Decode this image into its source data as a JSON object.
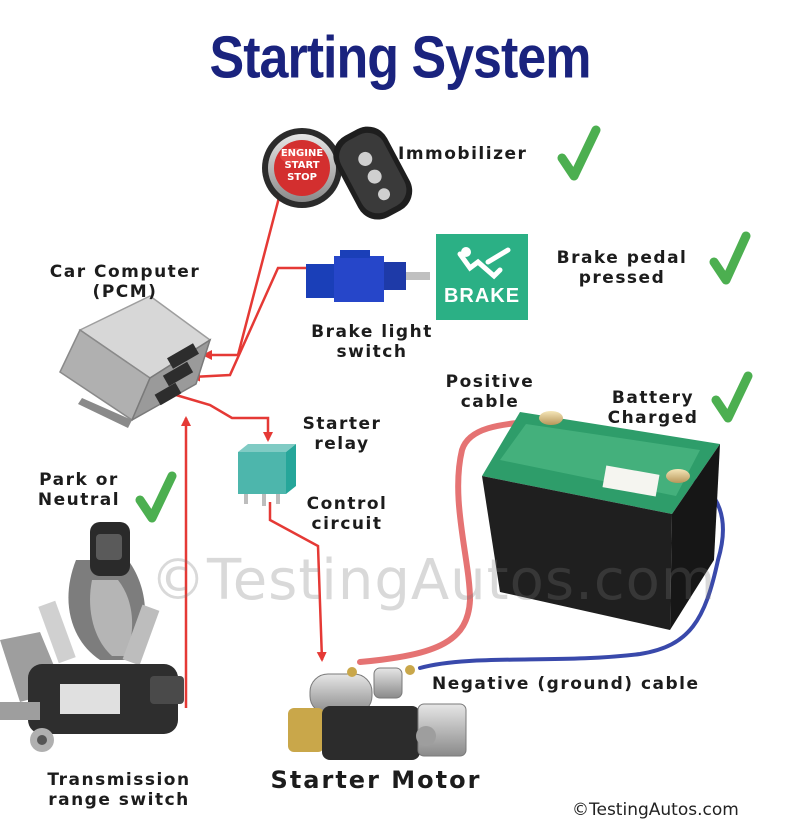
{
  "title": "Starting System",
  "labels": {
    "immobilizer": "Immobilizer",
    "engine_button": "ENGINE\nSTART\nSTOP",
    "brake_sign": "BRAKE",
    "brake_pedal": "Brake pedal\npressed",
    "car_computer": "Car Computer\n(PCM)",
    "brake_light_switch": "Brake light\nswitch",
    "positive_cable": "Positive\ncable",
    "battery_charged": "Battery\nCharged",
    "starter_relay": "Starter\nrelay",
    "park_neutral": "Park or\nNeutral",
    "control_circuit": "Control\ncircuit",
    "negative_cable": "Negative (ground) cable",
    "transmission_switch": "Transmission\nrange switch",
    "starter_motor": "Starter Motor"
  },
  "watermark": "©TestingAutos.com",
  "credit": "©TestingAutos.com",
  "colors": {
    "title": "#1a237e",
    "check": "#4caf50",
    "signal_wire": "#e53935",
    "positive_cable": "#e57373",
    "negative_cable": "#3949ab",
    "battery_top": "#2e9d6a",
    "brake_sign": "#2bb085"
  }
}
